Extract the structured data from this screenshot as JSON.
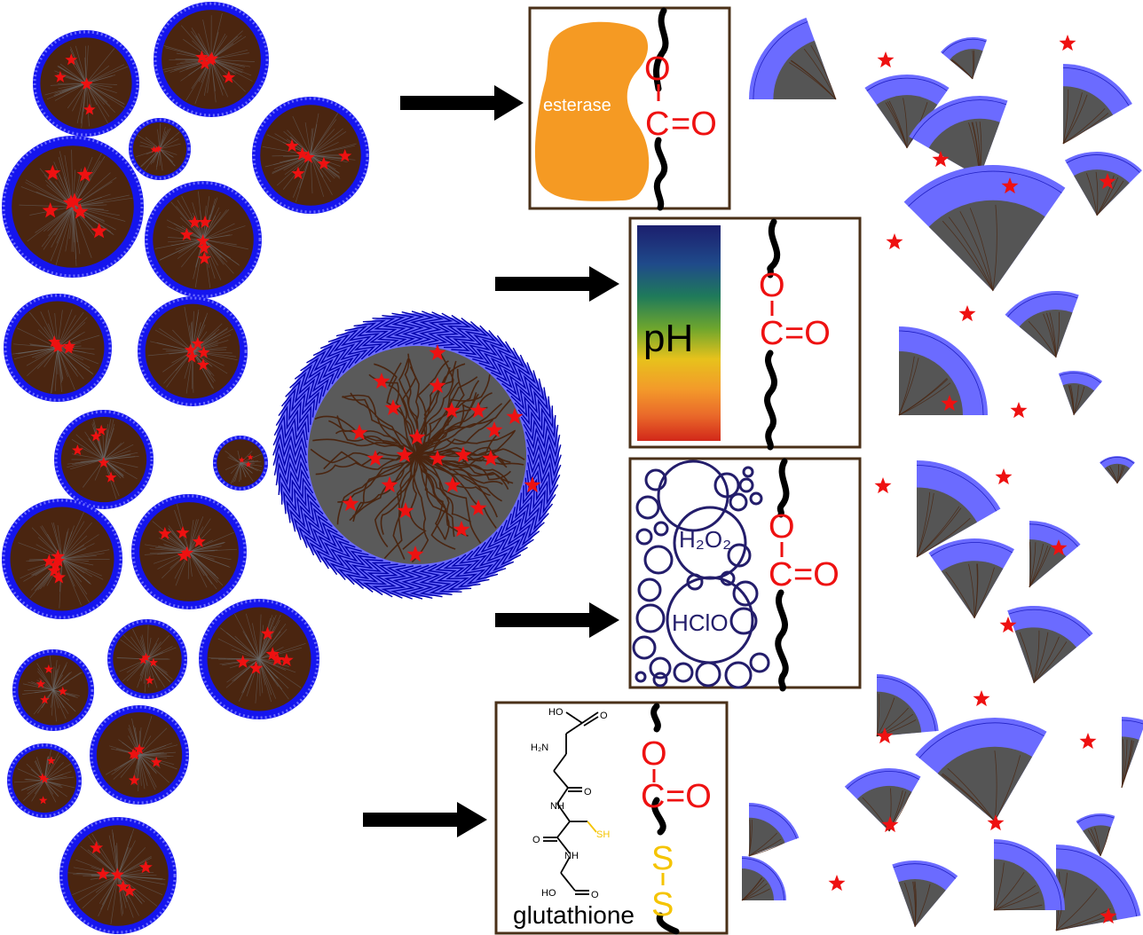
{
  "colors": {
    "core": "#4a2510",
    "core_gray": "#5a5a5a",
    "shell": "#6b6bff",
    "shell_edge": "#1515ee",
    "shell_dark": "#0000aa",
    "drug": "#ee1111",
    "arrow": "#000000",
    "box_border": "#4a3018",
    "esterase": "#f59a23",
    "oxygen_text": "#ee1111",
    "sulfur_text": "#f5c400",
    "bubble": "#231d6b"
  },
  "panels": {
    "esterase": {
      "enzyme_label": "esterase",
      "o": "O",
      "c": "C",
      "eq_o": "=O"
    },
    "ph": {
      "label": "pH",
      "o": "O",
      "c": "C",
      "eq_o": "=O"
    },
    "ros": {
      "h2o2": "H₂O₂",
      "hclo": "HClO",
      "o": "O",
      "c": "C",
      "eq_o": "=O"
    },
    "gsh": {
      "name": "glutathione",
      "atom_ho_top": "HO",
      "atom_o1": "O",
      "atom_h2n": "H₂N",
      "atom_o2": "O",
      "atom_nh1": "NH",
      "atom_sh": "SH",
      "atom_o3": "O",
      "atom_nh2": "NH",
      "atom_ho_bottom": "HO",
      "atom_o4": "O",
      "o": "O",
      "c": "C",
      "eq_o": "=O",
      "s1": "S",
      "s2": "S"
    }
  }
}
